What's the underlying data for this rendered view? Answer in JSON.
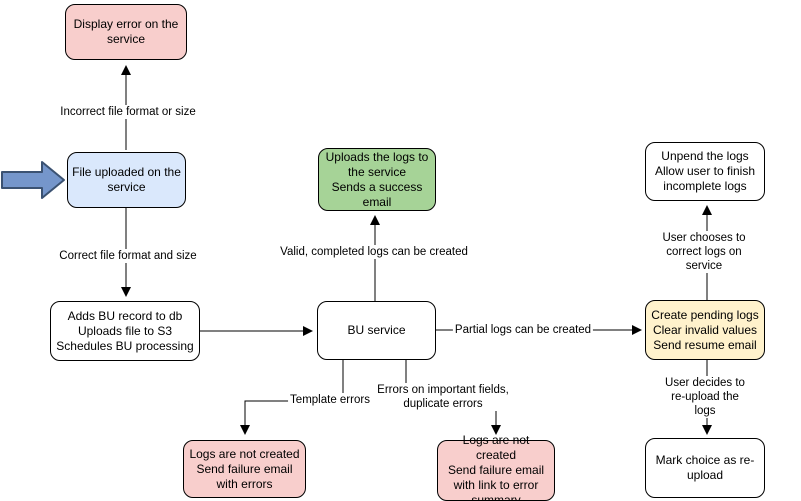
{
  "diagram": {
    "nodes": {
      "display_error": {
        "label": "Display error on the\nservice",
        "fill": "#f8cecc"
      },
      "file_uploaded": {
        "label": "File uploaded on the\nservice",
        "fill": "#dae8fc"
      },
      "adds_bu_record": {
        "label": "Adds BU record to db\nUploads file to S3\nSchedules BU processing",
        "fill": "#ffffff"
      },
      "bu_service": {
        "label": "BU service",
        "fill": "#ffffff"
      },
      "uploads_logs": {
        "label": "Uploads the logs to\nthe service\nSends a success\nemail",
        "fill": "#a6d397"
      },
      "create_pending": {
        "label": "Create pending logs\nClear invalid values\nSend resume email",
        "fill": "#fff2cc"
      },
      "unpend_logs": {
        "label": "Unpend the logs\nAllow user to finish\nincomplete logs",
        "fill": "#ffffff"
      },
      "mark_choice": {
        "label": "Mark choice as re-\nupload",
        "fill": "#ffffff"
      },
      "logs_not_created_errors": {
        "label": "Logs are not created\nSend failure email\nwith errors",
        "fill": "#f8cecc"
      },
      "logs_not_created_summary": {
        "label": "Logs are not created\nSend failure email\nwith link to error\nsummary",
        "fill": "#f8cecc"
      }
    },
    "edge_labels": {
      "incorrect_file": "Incorrect file format or size",
      "correct_file": "Correct file format and size",
      "valid_logs": "Valid, completed logs can be created",
      "partial_logs": "Partial logs can be created",
      "user_chooses": "User chooses to correct logs on service",
      "user_decides": "User decides to re-upload the logs",
      "template_errors": "Template errors",
      "important_fields": "Errors on important fields,\nduplicate errors"
    },
    "colors": {
      "pink_fill": "#f8cecc",
      "blue_fill": "#dae8fc",
      "green_fill": "#a6d397",
      "yellow_fill": "#fff2cc",
      "white_fill": "#ffffff",
      "border": "#000000",
      "entry_arrow_fill": "#7596cb",
      "entry_arrow_stroke": "#3b5272"
    }
  }
}
